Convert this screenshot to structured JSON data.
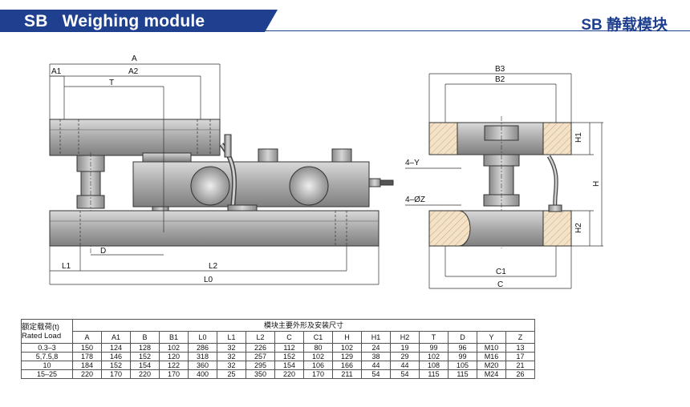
{
  "header": {
    "title": "SB   Weighing module",
    "right_title": "SB 静载模块"
  },
  "drawing_labels": {
    "A": "A",
    "A1": "A1",
    "A2": "A2",
    "T": "T",
    "D": "D",
    "L1": "L1",
    "L2": "L2",
    "L0": "L0",
    "B3": "B3",
    "B2": "B2",
    "H1": "H1",
    "H": "H",
    "H2": "H2",
    "C1": "C1",
    "C": "C",
    "Y": "4–Y",
    "Z": "4–ØZ"
  },
  "table": {
    "corner_line1": "额定载荷(t)",
    "corner_line2": "Rated Load",
    "group_label": "模块主要外形及安装尺寸",
    "columns": [
      "A",
      "A1",
      "B",
      "B1",
      "L0",
      "L1",
      "L2",
      "C",
      "C1",
      "H",
      "H1",
      "H2",
      "T",
      "D",
      "Y",
      "Z"
    ],
    "rows": [
      {
        "load": "0.3–3",
        "values": [
          "150",
          "124",
          "128",
          "102",
          "286",
          "32",
          "226",
          "112",
          "80",
          "102",
          "24",
          "19",
          "99",
          "96",
          "M10",
          "13"
        ]
      },
      {
        "load": "5,7.5,8",
        "values": [
          "178",
          "146",
          "152",
          "120",
          "318",
          "32",
          "257",
          "152",
          "102",
          "129",
          "38",
          "29",
          "102",
          "99",
          "M16",
          "17"
        ]
      },
      {
        "load": "10",
        "values": [
          "184",
          "152",
          "154",
          "122",
          "360",
          "32",
          "295",
          "154",
          "106",
          "166",
          "44",
          "44",
          "108",
          "105",
          "M20",
          "21"
        ]
      },
      {
        "load": "15–25",
        "values": [
          "220",
          "170",
          "220",
          "170",
          "400",
          "25",
          "350",
          "220",
          "170",
          "211",
          "54",
          "54",
          "115",
          "115",
          "M24",
          "26"
        ]
      }
    ]
  }
}
